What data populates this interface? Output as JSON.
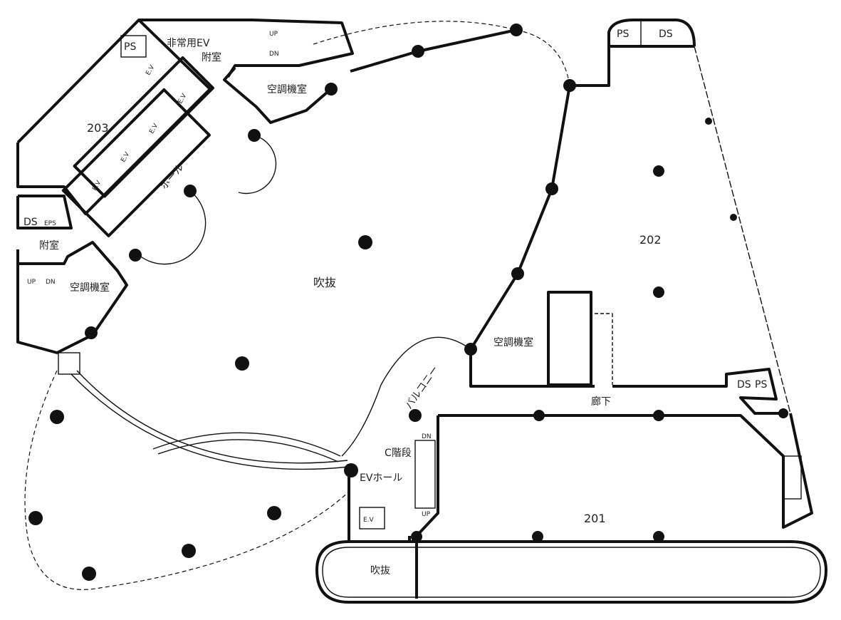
{
  "plan": {
    "rooms": {
      "r203": "203",
      "r202": "202",
      "r201": "201"
    },
    "labels": {
      "ps_top": "PS",
      "ds_top": "DS",
      "emergency_ev": "非常用EV",
      "vestibule_top": "附室",
      "ps_203": "PS",
      "ac_room_top": "空調機室",
      "hall": "ホール",
      "ds_left": "DS",
      "eps_left": "EPS",
      "vestibule_left": "附室",
      "ac_room_left": "空調機室",
      "atrium": "吹抜",
      "ac_room_center": "空調機室",
      "balcony": "バルコニー",
      "corridor": "廊下",
      "ds_right": "DS",
      "ps_right": "PS",
      "c_stair": "C階段",
      "ev_hall": "EVホール",
      "ev_small": "E.V",
      "atrium_bottom": "吹抜",
      "up": "UP",
      "dn": "DN",
      "ev": "E.V"
    }
  }
}
